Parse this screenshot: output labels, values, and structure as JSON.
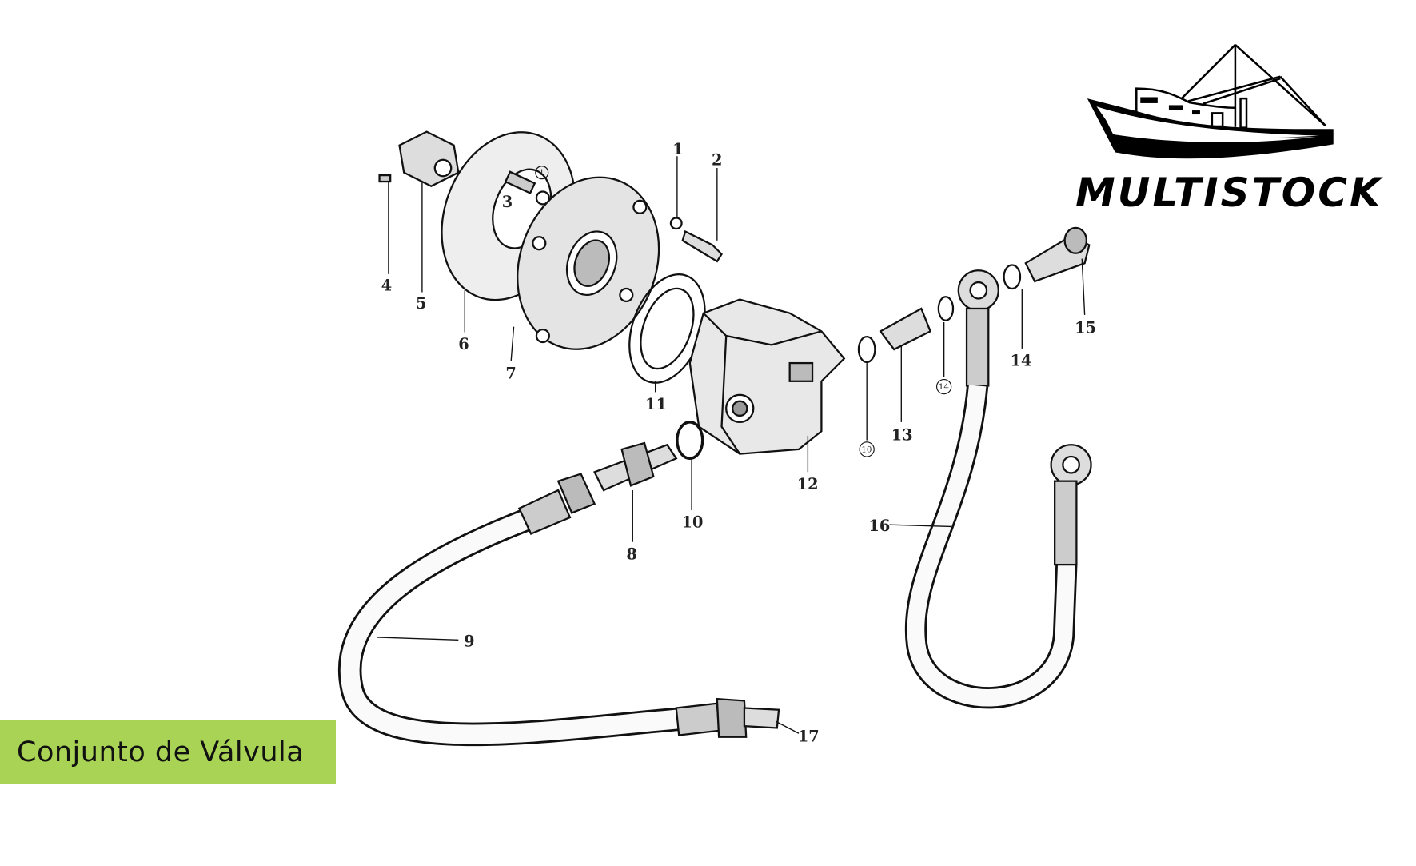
{
  "title": "Conjunto de Válvula",
  "brand": {
    "name": "MULTISTOCK",
    "logo_icon": "fishing-boat-icon"
  },
  "diagram": {
    "part_numbers": [
      "1",
      "2",
      "3",
      "4",
      "5",
      "6",
      "7",
      "8",
      "9",
      "10",
      "11",
      "12",
      "13",
      "14",
      "15",
      "16",
      "17"
    ],
    "circled_refs": [
      "1",
      "10",
      "14"
    ]
  },
  "colors": {
    "title_bg": "#a8d355",
    "ink": "#111111"
  }
}
